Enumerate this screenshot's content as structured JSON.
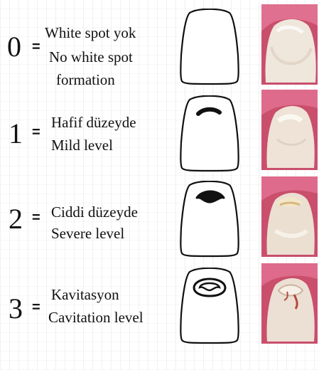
{
  "levels": [
    {
      "score": "0",
      "equals": "=",
      "lines": [
        "White spot yok",
        "No white spot",
        "formation"
      ],
      "lesion": "none",
      "photo_icon": "tooth-photo-healthy"
    },
    {
      "score": "1",
      "equals": "=",
      "lines": [
        "Hafif düzeyde",
        "Mild level"
      ],
      "lesion": "thin-arc",
      "photo_icon": "tooth-photo-mild"
    },
    {
      "score": "2",
      "equals": "=",
      "lines": [
        "Ciddi düzeyde",
        "Severe level"
      ],
      "lesion": "filled-crescent",
      "photo_icon": "tooth-photo-severe"
    },
    {
      "score": "3",
      "equals": "=",
      "lines": [
        "Kavitasyon",
        "Cavitation level"
      ],
      "lesion": "open-cavity",
      "photo_icon": "tooth-photo-cavitation"
    }
  ],
  "colors": {
    "gum": "#d9577a",
    "enamel": "#efe6dc",
    "outline": "#111111"
  }
}
